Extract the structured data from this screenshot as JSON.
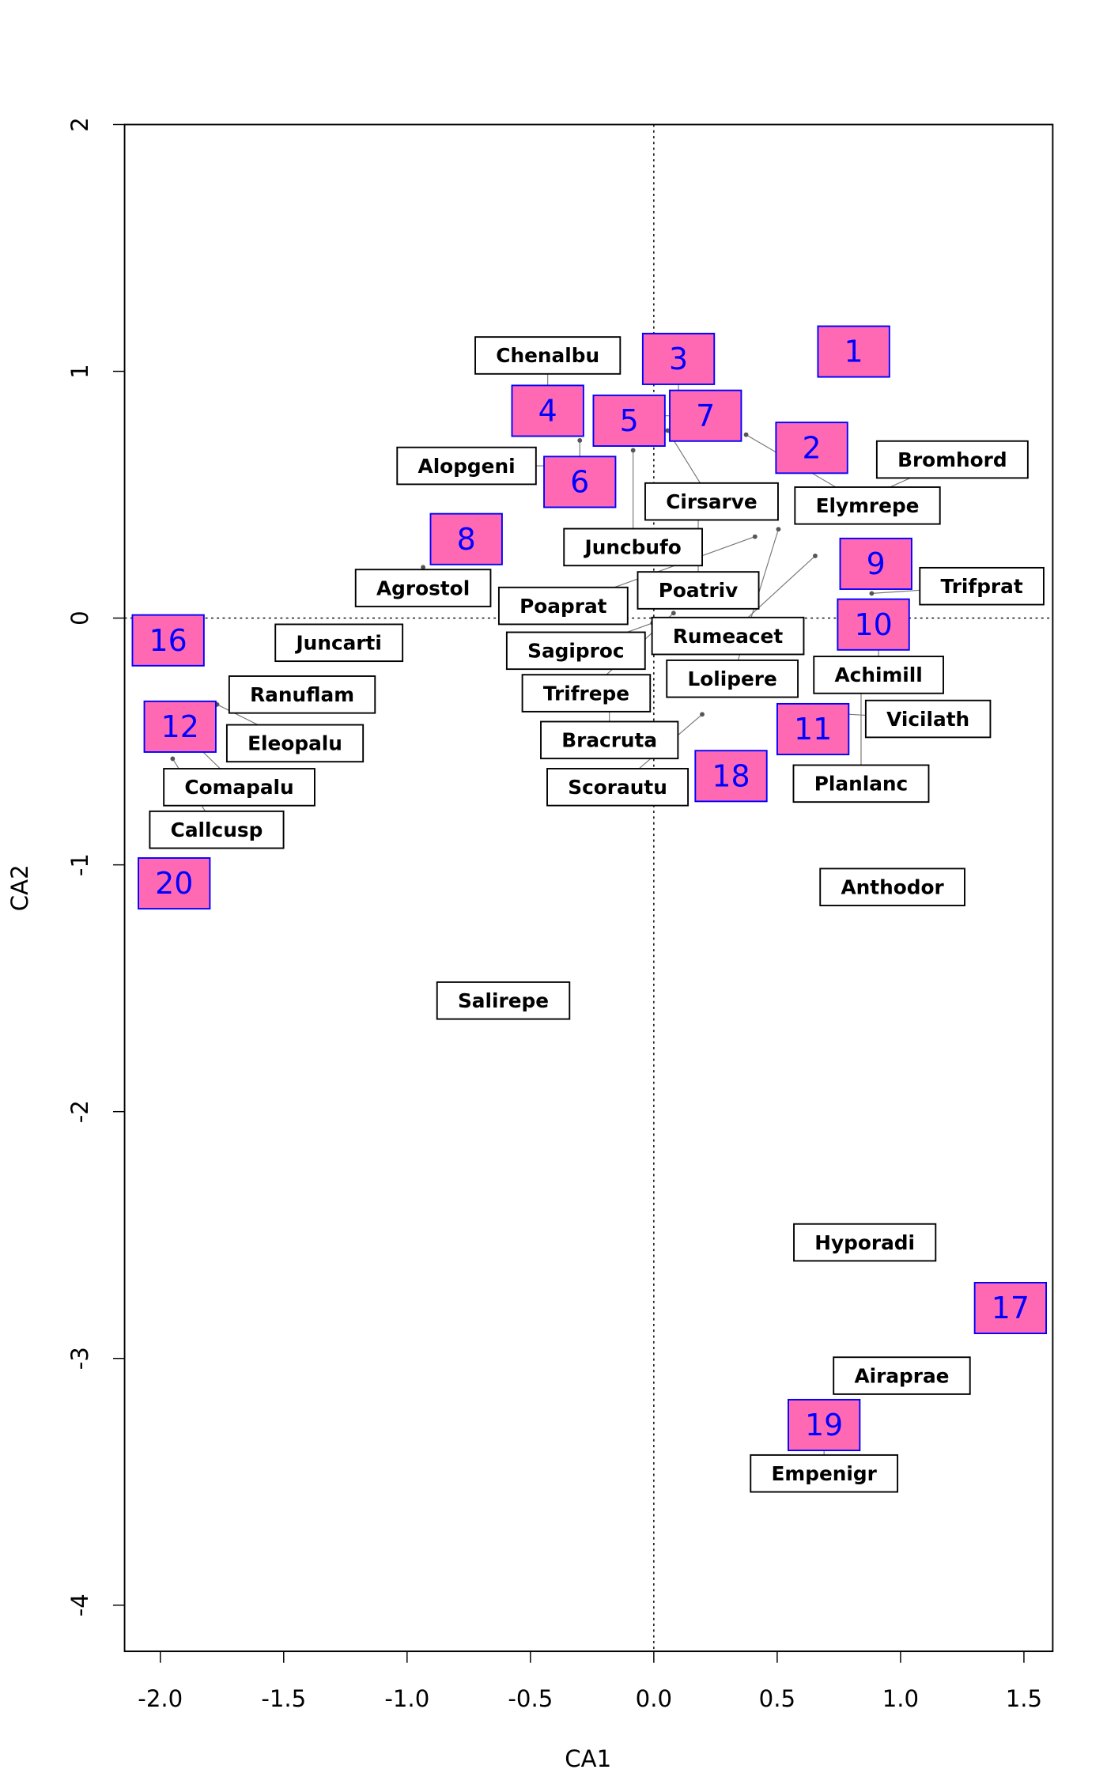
{
  "chart_data": {
    "type": "scatter",
    "title": "",
    "xlabel": "CA1",
    "ylabel": "CA2",
    "xlim": [
      -2.14,
      1.61
    ],
    "ylim": [
      -4.2,
      2.0
    ],
    "xticks": [
      "-2.0",
      "-1.5",
      "-1.0",
      "-0.5",
      "0.0",
      "0.5",
      "1.0",
      "1.5"
    ],
    "xtick_values": [
      -2,
      -1.5,
      -1,
      -0.5,
      0,
      0.5,
      1,
      1.5
    ],
    "yticks": [
      "-4",
      "-3",
      "-2",
      "-1",
      "0",
      "1",
      "2"
    ],
    "ytick_values": [
      -4,
      -3,
      -2,
      -1,
      0,
      1,
      2
    ],
    "colors": {
      "site_fill": "#FF69B4",
      "site_text": "#0000FF",
      "species_fill": "#FFFFFF"
    },
    "sites": [
      {
        "label": "4",
        "x": -0.43,
        "y": 0.84
      },
      {
        "label": "5",
        "x": -0.1,
        "y": 0.8
      },
      {
        "label": "6",
        "x": -0.3,
        "y": 0.72
      },
      {
        "label": "7",
        "x": 0.03,
        "y": 0.82
      },
      {
        "label": "9",
        "x": 0.9,
        "y": 0.22
      },
      {
        "label": "12",
        "x": -1.92,
        "y": -0.44
      },
      {
        "label": "19",
        "x": 0.69,
        "y": -3.27
      },
      {
        "label": "1",
        "x": 0.81,
        "y": 1.08
      },
      {
        "label": "3",
        "x": 0.1,
        "y": 0.91
      },
      {
        "label": "2",
        "x": 0.64,
        "y": 0.69
      },
      {
        "label": "8",
        "x": -0.76,
        "y": 0.32
      },
      {
        "label": "10",
        "x": 0.89,
        "y": 0.03
      },
      {
        "label": "11",
        "x": 0.645,
        "y": -0.45
      },
      {
        "label": "16",
        "x": -2.0,
        "y": -0.11
      },
      {
        "label": "17",
        "x": 1.477,
        "y": -2.776
      },
      {
        "label": "18",
        "x": 0.313,
        "y": -0.64
      },
      {
        "label": "20",
        "x": -1.944,
        "y": -1.075
      }
    ],
    "species": [
      {
        "label": "Chenalbu",
        "x": -0.43,
        "y": 0.84
      },
      {
        "label": "Cirsarve",
        "x": 0.056,
        "y": 0.76
      },
      {
        "label": "Juncbufo",
        "x": -0.084,
        "y": 0.68
      },
      {
        "label": "Alopgeni",
        "x": -0.4,
        "y": 0.617
      },
      {
        "label": "Elymrepe",
        "x": 0.374,
        "y": 0.743
      },
      {
        "label": "Poatriv",
        "x": 0.18,
        "y": 0.533
      },
      {
        "label": "Bromhord",
        "x": 0.66,
        "y": 0.4
      },
      {
        "label": "Rumeacet",
        "x": 0.654,
        "y": 0.252
      },
      {
        "label": "Poaprat",
        "x": 0.41,
        "y": 0.33
      },
      {
        "label": "Lolipere",
        "x": 0.505,
        "y": 0.36
      },
      {
        "label": "Agrostol",
        "x": -0.935,
        "y": 0.206
      },
      {
        "label": "Trifprat",
        "x": 0.883,
        "y": 0.1
      },
      {
        "label": "Sagiproc",
        "x": -0.005,
        "y": -0.02
      },
      {
        "label": "Trifrepe",
        "x": 0.08,
        "y": 0.02
      },
      {
        "label": "Achimill",
        "x": 0.911,
        "y": -0.09
      },
      {
        "label": "Juncarti",
        "x": -1.276,
        "y": -0.1
      },
      {
        "label": "Bracruta",
        "x": -0.18,
        "y": -0.27
      },
      {
        "label": "Vicilath",
        "x": 0.62,
        "y": -0.38
      },
      {
        "label": "Planlanc",
        "x": 0.84,
        "y": -0.25
      },
      {
        "label": "Scorautu",
        "x": 0.196,
        "y": -0.39
      },
      {
        "label": "Ranuflam",
        "x": -1.56,
        "y": -0.31
      },
      {
        "label": "Eleopalu",
        "x": -1.77,
        "y": -0.35
      },
      {
        "label": "Comapalu",
        "x": -1.85,
        "y": -0.52
      },
      {
        "label": "Callcusp",
        "x": -1.95,
        "y": -0.57
      },
      {
        "label": "Anthodor",
        "x": 0.967,
        "y": -1.09
      },
      {
        "label": "Salirepe",
        "x": -0.61,
        "y": -1.55
      },
      {
        "label": "Hyporadi",
        "x": 0.855,
        "y": -2.53
      },
      {
        "label": "Airaprae",
        "x": 1.005,
        "y": -3.07
      },
      {
        "label": "Empenigr",
        "x": 0.69,
        "y": -3.27
      }
    ]
  }
}
